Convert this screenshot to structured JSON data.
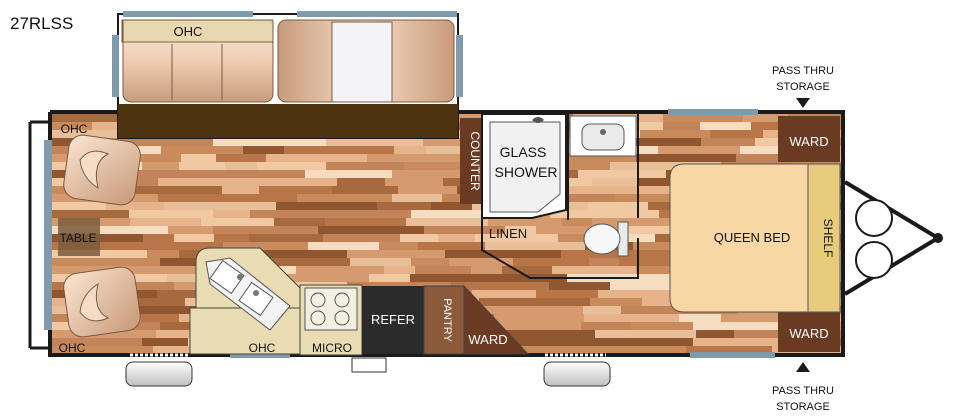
{
  "model": "27RLSS",
  "labels": {
    "ohc_slide": "OHC",
    "ohc_top_left": "OHC",
    "ohc_bottom_left": "OHC",
    "ohc_kitchen": "OHC",
    "table": "TABLE",
    "counter": "COUNTER",
    "glass_shower_1": "GLASS",
    "glass_shower_2": "SHOWER",
    "linen": "LINEN",
    "queen_bed": "QUEEN BED",
    "shelf": "SHELF",
    "ward_top": "WARD",
    "ward_bottom": "WARD",
    "ward_kitchen": "WARD",
    "refer": "REFER",
    "pantry": "PANTRY",
    "micro": "MICRO",
    "pass_thru_top_1": "PASS THRU",
    "pass_thru_top_2": "STORAGE",
    "pass_thru_bottom_1": "PASS THRU",
    "pass_thru_bottom_2": "STORAGE"
  },
  "colors": {
    "wall": "#1a1a1a",
    "window": "#7f9aaa",
    "ward": "#6b3a22",
    "refer": "#2b2b2b",
    "bed": "#f7d7a4",
    "counter_top": "#e9dcb2",
    "sofa": "#f1d4bd",
    "slide_floor": "#4e3310"
  }
}
